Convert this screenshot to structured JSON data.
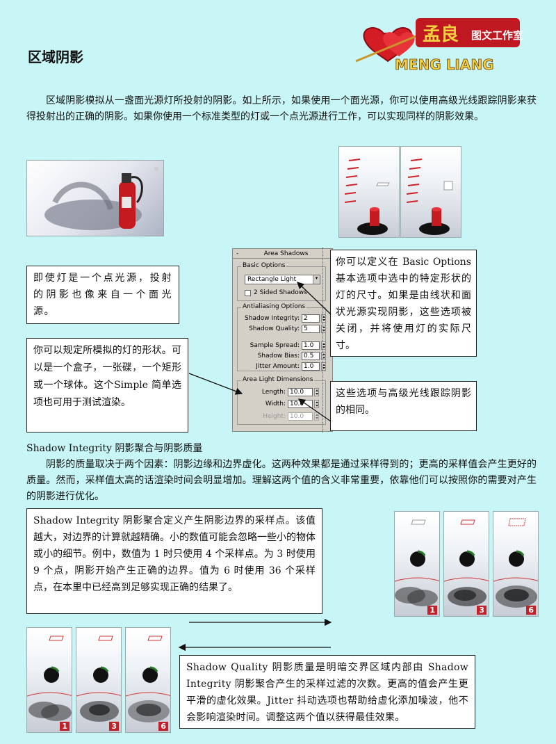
{
  "title": "区域阴影",
  "intro": "区域阴影模拟从一盏面光源灯所投射的阴影。如上所示，如果使用一个面光源，你可以使用高级光线跟踪阴影来获得投射出的正确的阴影。如果你使用一个标准类型的灯或一个点光源进行工作，可以实现同样的阴影效果。",
  "logo": {
    "cn": "孟良",
    "sub": "图文工作室",
    "en": "MENG LIANG"
  },
  "boxes": {
    "point_light": "即使灯是一个点光源，投射的阴影也像来自一个面光源。",
    "shape": "你可以规定所模拟的灯的形状。可以是一个盒子，一张碟，一个矩形或一个球体。这个Simple 简单选项也可用于测试渲染。",
    "basic_options": "你可以定义在 Basic Options 基本选项中选中的特定形状的灯的尺寸。如果是由线状和面状光源实现阴影，这些选项被关闭，并将使用灯的实际尺寸。",
    "same_as_raytrace": "这些选项与高级光线跟踪阴影的相同。",
    "integrity": "Shadow Integrity 阴影聚合定义产生阴影边界的采样点。该值越大，对边界的计算就越精确。小的数值可能会忽略一些小的物体或小的细节。例中，数值为 1 时只使用 4 个采样点。为 3 时使用 9 个点，阴影开始产生正确的边界。值为 6 时使用 36 个采样点，在本里中已经高到足够实现正确的结果了。",
    "quality": "Shadow Quality 阴影质量是明暗交界区域内部由 Shadow Integrity 阴影聚合产生的采样过滤的次数。更高的值会产生更平滑的虚化效果。Jitter 抖动选项也帮助给虚化添加噪波，他不会影响渲染时间。调整这两个值以获得最佳效果。"
  },
  "section_heading": "Shadow Integrity 阴影聚合与阴影质量",
  "section_para": "阴影的质量取决于两个因素：阴影边缘和边界虚化。这两种效果都是通过采样得到的；更高的采样值会产生更好的质量。然而，采样值太高的话渲染时间会明显增加。理解这两个值的含义非常重要，依靠他们可以按照你的需要对产生的阴影进行优化。",
  "panel": {
    "title": "Area Shadows",
    "basic_group": "Basic Options",
    "dropdown": "Rectangle Light",
    "two_sided": "2 Sided Shadows",
    "aa_group": "Antialiasing Options",
    "integrity_label": "Shadow Integrity:",
    "integrity_val": "2",
    "quality_label": "Shadow Quality:",
    "quality_val": "5",
    "spread_label": "Sample Spread:",
    "spread_val": "1.0",
    "bias_label": "Shadow Bias:",
    "bias_val": "0.5",
    "jitter_label": "Jitter Amount:",
    "jitter_val": "1.0",
    "dim_group": "Area Light Dimensions",
    "length_label": "Length:",
    "length_val": "10.0",
    "width_label": "Width:",
    "width_val": "10.0",
    "height_label": "Height:",
    "height_val": "10.0"
  },
  "thumb_badges": [
    "1",
    "3",
    "6"
  ],
  "colors": {
    "background": "#c8f5f5",
    "accent_red": "#c0222a"
  }
}
